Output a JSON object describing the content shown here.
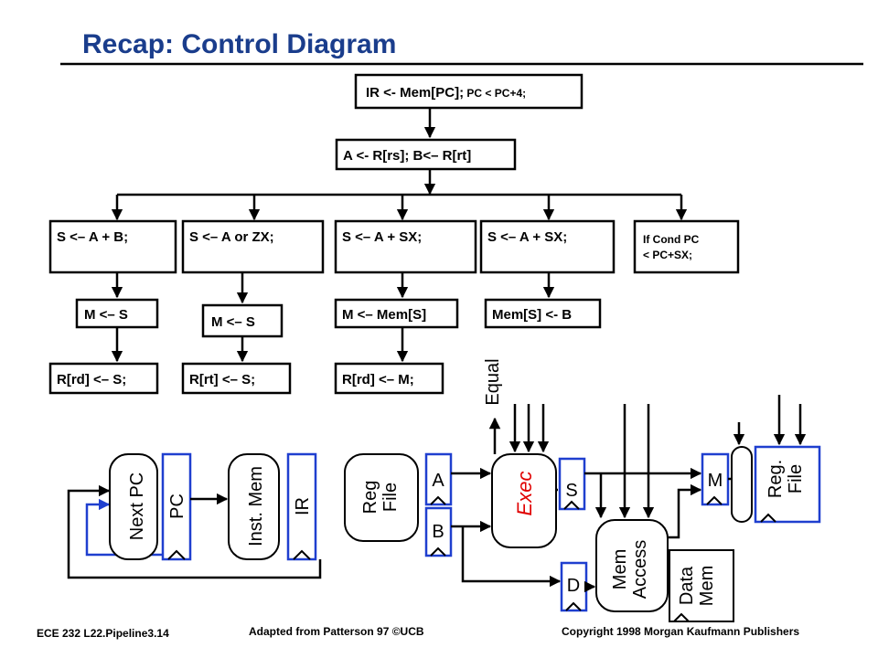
{
  "slide": {
    "title": "Recap: Control Diagram",
    "footer_left": "ECE 232  L22.Pipeline3.14",
    "footer_center": "Adapted from Patterson 97 ©UCB",
    "footer_right": "Copyright  1998 Morgan Kaufmann  Publishers"
  },
  "flow": {
    "fetch": {
      "main": "IR <- Mem[PC];",
      "small": " PC < PC+4;"
    },
    "decode": "A <- R[rs]; B<– R[rt]",
    "exec": [
      "S <– A + B;",
      "S <– A or ZX;",
      "S <– A + SX;",
      "S <– A + SX;"
    ],
    "branch": [
      "If Cond PC",
      "< PC+SX;"
    ],
    "mem": [
      "M <– S",
      "M <– S",
      "M <– Mem[S]",
      "Mem[S] <- B"
    ],
    "writeback": [
      "R[rd] <– S;",
      "R[rt] <– S;",
      "R[rd] <– M;"
    ]
  },
  "datapath": {
    "next_pc": "Next PC",
    "pc": "PC",
    "inst_mem": "Inst. Mem",
    "ir": "IR",
    "reg_file": [
      "Reg",
      "File"
    ],
    "a": "A",
    "b": "B",
    "exec": "Exec",
    "equal": "Equal",
    "s": "S",
    "d": "D",
    "mem_access": [
      "Mem",
      "Access"
    ],
    "data_mem": [
      "Data",
      "Mem"
    ],
    "m": "M",
    "reg_file_out": [
      "Reg.",
      "File"
    ]
  },
  "colors": {
    "text": "#000000",
    "title": "#1a3d8c",
    "register_outline": "#1f3fcf",
    "exec_label": "#e00000",
    "wire": "#000000"
  }
}
